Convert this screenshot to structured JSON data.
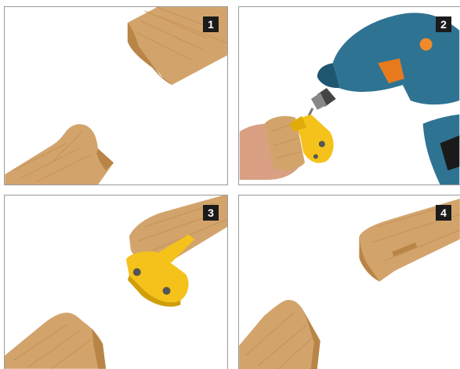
{
  "steps": [
    {
      "number": "1"
    },
    {
      "number": "2"
    },
    {
      "number": "3"
    },
    {
      "number": "4"
    }
  ],
  "colors": {
    "wood": "#d2a46c",
    "wood_dark": "#a8763e",
    "wood_grain": "#c08e52",
    "jig_yellow": "#f4c21a",
    "drill_blue": "#2f7393",
    "drill_orange": "#e87a1e",
    "skin": "#d9a083",
    "badge": "#1b1b1b",
    "border": "#9a9a9a"
  },
  "icons": [
    "wood-rail-icon",
    "drill-icon",
    "jig-icon",
    "hand-icon"
  ]
}
